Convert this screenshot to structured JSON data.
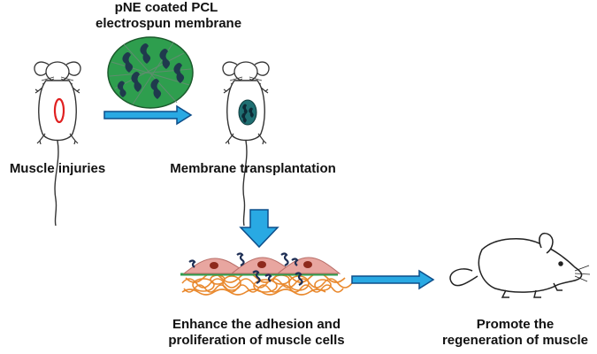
{
  "labels": {
    "membrane_title_line1": "pNE coated PCL",
    "membrane_title_line2": "electrospun membrane",
    "step1": "Muscle injuries",
    "step2": "Membrane transplantation",
    "step3_line1": "Enhance the adhesion and",
    "step3_line2": "proliferation of muscle cells",
    "step4_line1": "Promote the",
    "step4_line2": "regeneration of muscle"
  },
  "colors": {
    "arrow_fill": "#29a9e3",
    "arrow_stroke": "#0d4e8a",
    "membrane_green": "#2e9e4e",
    "injury_red": "#e02020",
    "cell_pink": "#e8a6a0",
    "nucleus": "#8e2a1c",
    "fiber_orange": "#e9892e"
  },
  "icons": {
    "mouse": "mouse-outline-icon",
    "membrane": "membrane-disc-icon",
    "arrow": "block-arrow-icon",
    "cells": "muscle-cells-on-fibers-icon",
    "healthy_mouse": "mouse-side-view-icon"
  }
}
